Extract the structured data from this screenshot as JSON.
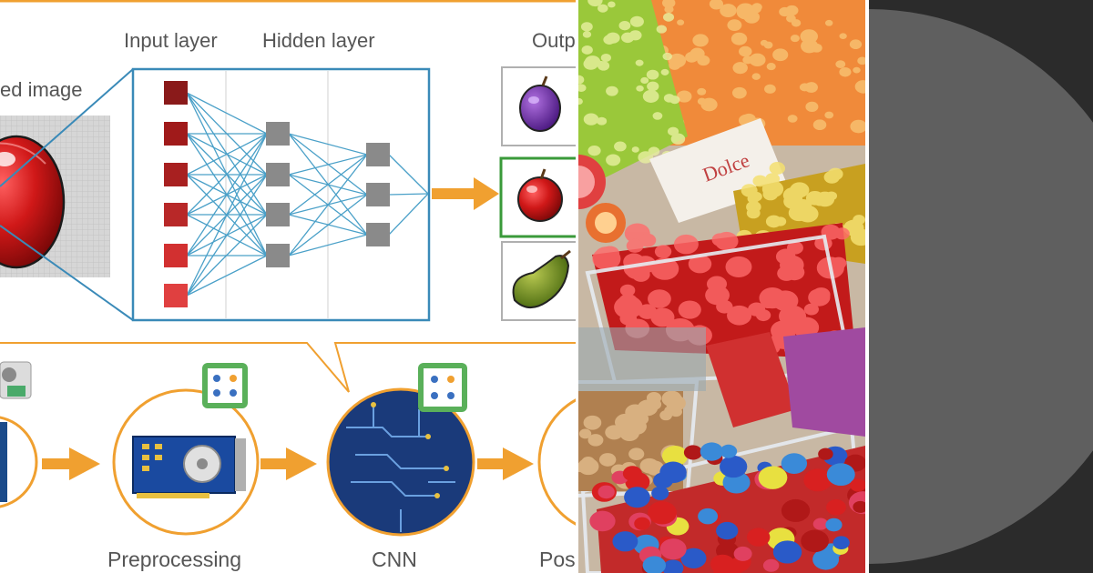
{
  "diagram": {
    "layer_labels": {
      "input": "Input layer",
      "hidden": "Hidden layer",
      "output": "Outp"
    },
    "image_label": "ed image",
    "stages": [
      {
        "label": "Preprocessing"
      },
      {
        "label": "CNN"
      },
      {
        "label": "Pos"
      }
    ],
    "outputs": [
      "plum-icon",
      "apple-icon",
      "pear-icon"
    ],
    "selected_output": "apple-icon",
    "colors": {
      "accent_orange": "#f0a030",
      "connection_blue": "#4aa0c8",
      "highlight_green": "#3a9a3a",
      "node_gray": "#8a8a8a",
      "input_red": "#b02020"
    }
  },
  "photo": {
    "sign_text": "Dolce"
  }
}
